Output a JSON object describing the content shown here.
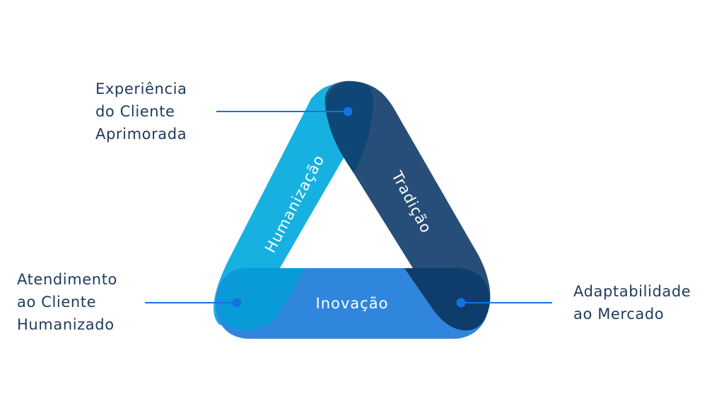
{
  "bands": {
    "left": {
      "label": "Humanização",
      "color": "#17b1e1"
    },
    "right": {
      "label": "Tradição",
      "color": "#274e78"
    },
    "bottom": {
      "label": "Inovação",
      "color": "#2f86dc"
    },
    "overlap_top": "#0d4677",
    "overlap_left": "#099bd8",
    "overlap_right": "#0e3d6c"
  },
  "callouts": {
    "top": [
      "Experiência",
      "do Cliente",
      "Aprimorada"
    ],
    "left": [
      "Atendimento",
      "ao Cliente",
      "Humanizado"
    ],
    "right": [
      "Adaptabilidade",
      "ao Mercado"
    ]
  },
  "accent": "#1473e0",
  "text_color": "#1f3a5a"
}
